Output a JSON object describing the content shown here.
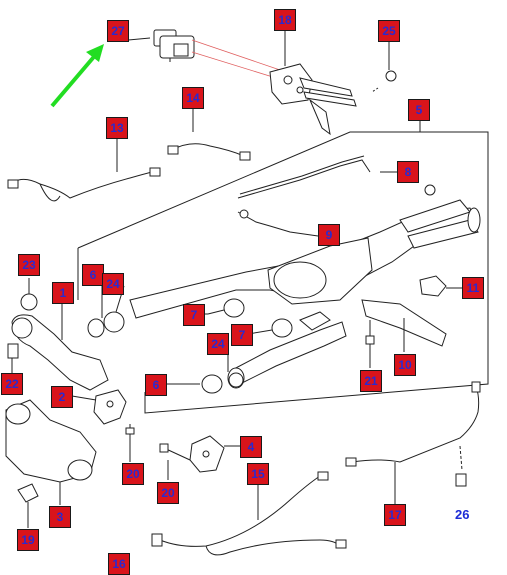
{
  "diagram": {
    "colors": {
      "callout_fill": "#d9141b",
      "callout_text": "#2a2ad0",
      "arrow": "#22dd22",
      "line": "#222222",
      "leader_red": "#e06060"
    },
    "callouts": [
      {
        "id": "27",
        "label": "27"
      },
      {
        "id": "18",
        "label": "18"
      },
      {
        "id": "25",
        "label": "25"
      },
      {
        "id": "14",
        "label": "14"
      },
      {
        "id": "5",
        "label": "5"
      },
      {
        "id": "13",
        "label": "13"
      },
      {
        "id": "8",
        "label": "8"
      },
      {
        "id": "9",
        "label": "9"
      },
      {
        "id": "23",
        "label": "23"
      },
      {
        "id": "1",
        "label": "1"
      },
      {
        "id": "6a",
        "label": "6"
      },
      {
        "id": "24a",
        "label": "24"
      },
      {
        "id": "11",
        "label": "11"
      },
      {
        "id": "7a",
        "label": "7"
      },
      {
        "id": "7b",
        "label": "7"
      },
      {
        "id": "24b",
        "label": "24"
      },
      {
        "id": "22",
        "label": "22"
      },
      {
        "id": "6b",
        "label": "6"
      },
      {
        "id": "10",
        "label": "10"
      },
      {
        "id": "21",
        "label": "21"
      },
      {
        "id": "2",
        "label": "2"
      },
      {
        "id": "4",
        "label": "4"
      },
      {
        "id": "20a",
        "label": "20"
      },
      {
        "id": "20b",
        "label": "20"
      },
      {
        "id": "15",
        "label": "15"
      },
      {
        "id": "17",
        "label": "17"
      },
      {
        "id": "3",
        "label": "3"
      },
      {
        "id": "19",
        "label": "19"
      },
      {
        "id": "16",
        "label": "16"
      }
    ],
    "plain_label": "26"
  }
}
